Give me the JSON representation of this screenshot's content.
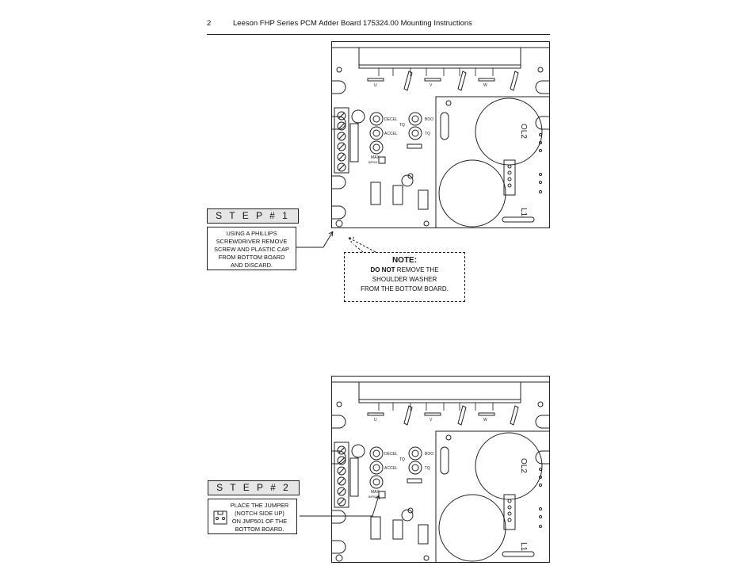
{
  "header": {
    "page_number": "2",
    "title": "Leeson FHP Series PCM Adder Board 175324.00 Mounting Instructions"
  },
  "board_labels": {
    "u": "U",
    "v": "V",
    "w": "W",
    "decel": "DECEL",
    "accel": "ACCEL",
    "tq": "TQ",
    "boo": "BOO",
    "max": "MAX",
    "jmp": "JMP501",
    "ol2": "OL2",
    "l1": "L1"
  },
  "step1": {
    "title": "S T E P  # 1",
    "lines": [
      "USING A PHILLIPS",
      "SCREWDRIVER REMOVE",
      "SCREW AND PLASTIC CAP",
      "FROM BOTTOM BOARD",
      "AND DISCARD."
    ]
  },
  "note": {
    "title": "NOTE:",
    "do_not": "DO NOT",
    "line1_rest": " REMOVE THE",
    "line2": "SHOULDER WASHER",
    "line3": "FROM THE BOTTOM BOARD."
  },
  "step2": {
    "title": "S T E P  # 2",
    "lines": [
      "PLACE THE JUMPER",
      "(NOTCH SIDE UP)",
      "ON JMP501 OF THE",
      "BOTTOM BOARD."
    ]
  }
}
